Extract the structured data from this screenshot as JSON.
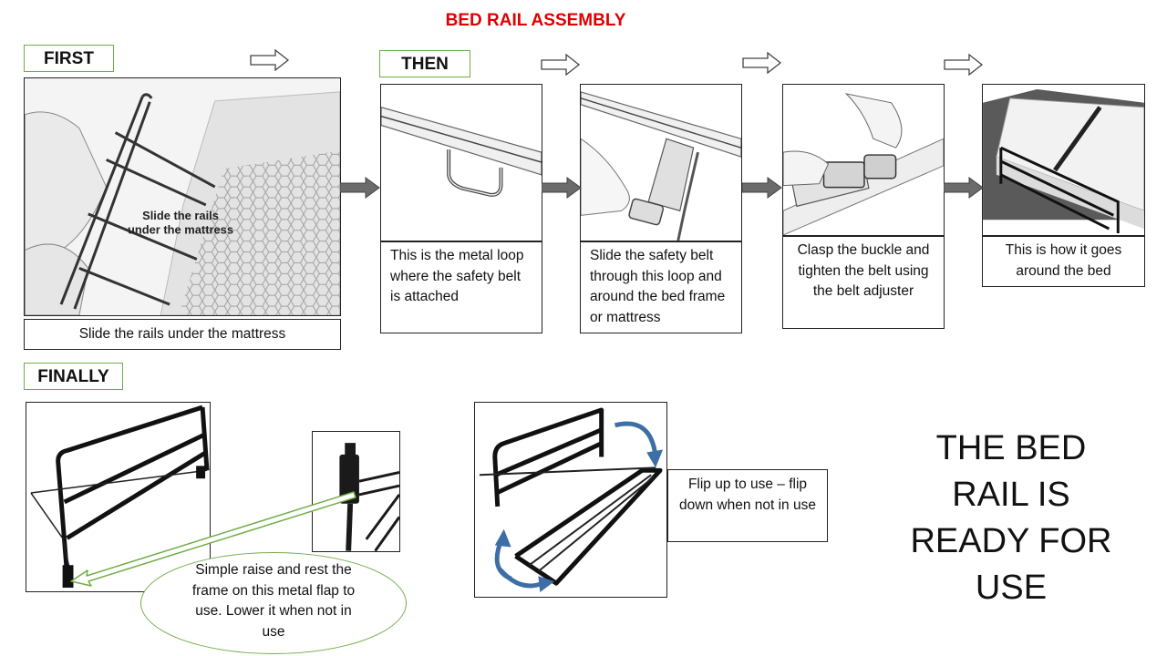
{
  "title": "BED RAIL ASSEMBLY",
  "colors": {
    "title": "#e00000",
    "label_border": "#70ad47",
    "arrow_fill": "#6b6b6b",
    "flip_arrow": "#3d6fa6"
  },
  "labels": {
    "first": "FIRST",
    "then": "THEN",
    "finally": "FINALLY"
  },
  "images": {
    "first_overlay": [
      "Slide the rails",
      "under the mattress"
    ]
  },
  "captions": {
    "step1": "Slide the rails under the mattress",
    "step2": "This is the metal loop where the safety belt is attached",
    "step3": "Slide the safety belt through this loop and around the bed frame or mattress",
    "step4": "Clasp the buckle and tighten the belt using the belt adjuster",
    "step5": "This is how it goes around the bed",
    "raise": "Simple raise and rest the frame on this metal flap to use. Lower it when not in use",
    "flip": "Flip up to use – flip down when not in use"
  },
  "ready": "THE BED RAIL IS READY FOR USE",
  "icons": {
    "step_arrow": "right-arrow-icon",
    "outline_arrow": "outline-right-arrow-icon",
    "flip": "curved-arrow-icon"
  }
}
